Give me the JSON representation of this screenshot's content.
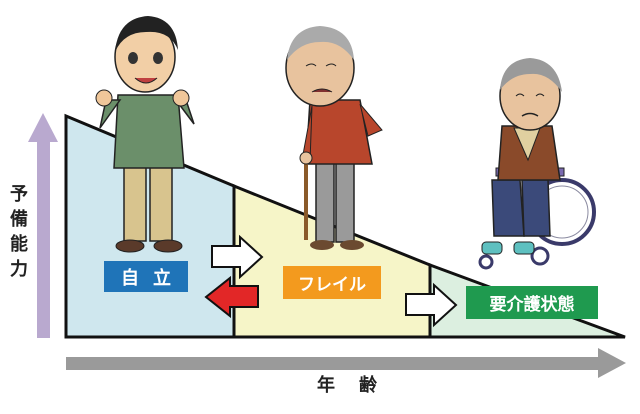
{
  "diagram": {
    "vertical_axis_label": "予備能力",
    "horizontal_axis_label": "年齢",
    "stages": [
      {
        "label": "自立",
        "color": "#1f74b8"
      },
      {
        "label": "フレイル",
        "color": "#f39a1e"
      },
      {
        "label": "要介護状態",
        "color": "#1f9a4f"
      }
    ],
    "colors": {
      "zone_independent": "#cfe7ee",
      "zone_frail": "#f6f5c8",
      "zone_care": "#dcefe0",
      "axis_arrow_vertical": "#b9a9cf",
      "axis_arrow_horizontal": "#9a9a9a",
      "forward_arrow": "#ffffff",
      "reverse_arrow": "#e22727"
    },
    "figures": [
      {
        "name": "independent-man-figure",
        "description_icon": "person-standing-icon"
      },
      {
        "name": "frail-elder-figure",
        "description_icon": "person-with-cane-icon"
      },
      {
        "name": "care-elder-figure",
        "description_icon": "person-in-wheelchair-icon"
      }
    ]
  }
}
